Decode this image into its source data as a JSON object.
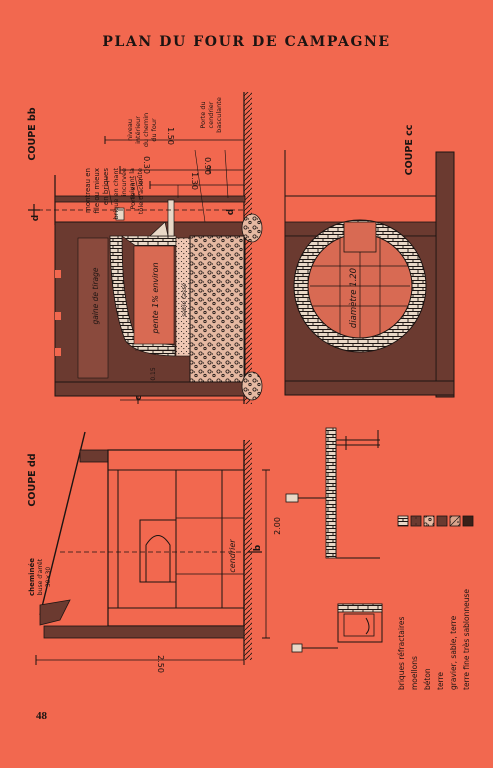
{
  "title": "PLAN DU FOUR DE CAMPAGNE",
  "page_number": "48",
  "coupe_bb": {
    "heading": "COUPE bb",
    "lbl_montreau": "montreau en\nfile ou mieux\nen briques",
    "lbl_brique_chant": "brique en chant\nincurvée\nsuivant la\nvoûte",
    "lbl_niveau": "niveau\nintérieur\ndu chemin\ndu four",
    "lbl_porte_cendrier": "Porte du\ncendrier\nbasculante",
    "lbl_porte_fer": "Porte en\ntôle d'acier",
    "lbl_gaine": "gaine de tirage",
    "lbl_pente": "pente 1% environ",
    "lbl_sable": "sable tassé",
    "dim_top": "1.50",
    "dim_030": "0.30",
    "dim_090": "0.90",
    "dim_130": "1.30",
    "dim_015": "0.15",
    "marker_d": "d",
    "marker_c": "c"
  },
  "coupe_cc": {
    "heading": "COUPE cc",
    "lbl_diametre": "diamètre 1.20"
  },
  "coupe_dd": {
    "heading": "COUPE dd",
    "lbl_cheminee": "cheminée\nbuse d'arrêt\n30×30",
    "lbl_cendrier": "cendrier",
    "dim_200": "2.00",
    "dim_250": "2.50",
    "marker_b": "b"
  },
  "legend": {
    "items": [
      {
        "label": "briques réfractaires"
      },
      {
        "label": "moellons"
      },
      {
        "label": "béton"
      },
      {
        "label": "terre"
      },
      {
        "label": "gravier, sable, terre"
      },
      {
        "label": "terre fine très sablonneuse"
      }
    ]
  },
  "colors": {
    "background": "#f2684f",
    "ink": "#1c1412",
    "masonry": "#6b3a30",
    "hatch_fill": "#e8d7c6"
  }
}
